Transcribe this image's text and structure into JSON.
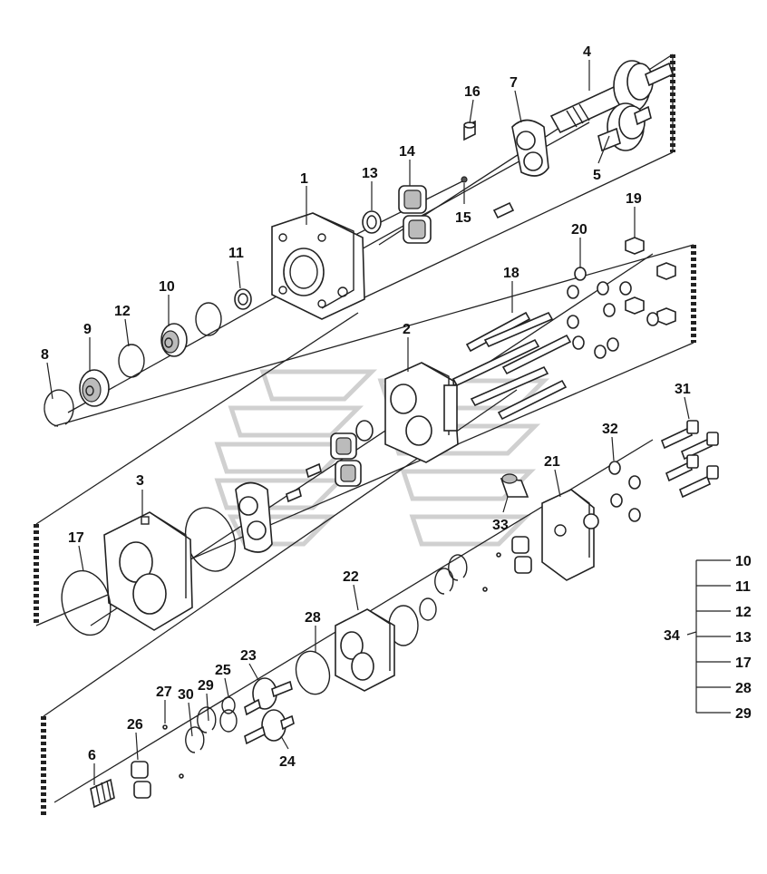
{
  "callouts": [
    {
      "id": "1",
      "label": "1"
    },
    {
      "id": "2",
      "label": "2"
    },
    {
      "id": "3",
      "label": "3"
    },
    {
      "id": "4",
      "label": "4"
    },
    {
      "id": "5",
      "label": "5"
    },
    {
      "id": "6",
      "label": "6"
    },
    {
      "id": "7",
      "label": "7"
    },
    {
      "id": "8",
      "label": "8"
    },
    {
      "id": "9",
      "label": "9"
    },
    {
      "id": "10",
      "label": "10"
    },
    {
      "id": "11",
      "label": "11"
    },
    {
      "id": "12",
      "label": "12"
    },
    {
      "id": "13",
      "label": "13"
    },
    {
      "id": "14",
      "label": "14"
    },
    {
      "id": "15",
      "label": "15"
    },
    {
      "id": "16",
      "label": "16"
    },
    {
      "id": "17",
      "label": "17"
    },
    {
      "id": "18",
      "label": "18"
    },
    {
      "id": "19",
      "label": "19"
    },
    {
      "id": "20",
      "label": "20"
    },
    {
      "id": "21",
      "label": "21"
    },
    {
      "id": "22",
      "label": "22"
    },
    {
      "id": "23",
      "label": "23"
    },
    {
      "id": "24",
      "label": "24"
    },
    {
      "id": "25",
      "label": "25"
    },
    {
      "id": "26",
      "label": "26"
    },
    {
      "id": "27",
      "label": "27"
    },
    {
      "id": "28",
      "label": "28"
    },
    {
      "id": "29",
      "label": "29"
    },
    {
      "id": "30",
      "label": "30"
    },
    {
      "id": "31",
      "label": "31"
    },
    {
      "id": "32",
      "label": "32"
    },
    {
      "id": "33",
      "label": "33"
    }
  ],
  "kit": {
    "label": "34",
    "members": [
      "10",
      "11",
      "12",
      "13",
      "17",
      "28",
      "29"
    ]
  }
}
